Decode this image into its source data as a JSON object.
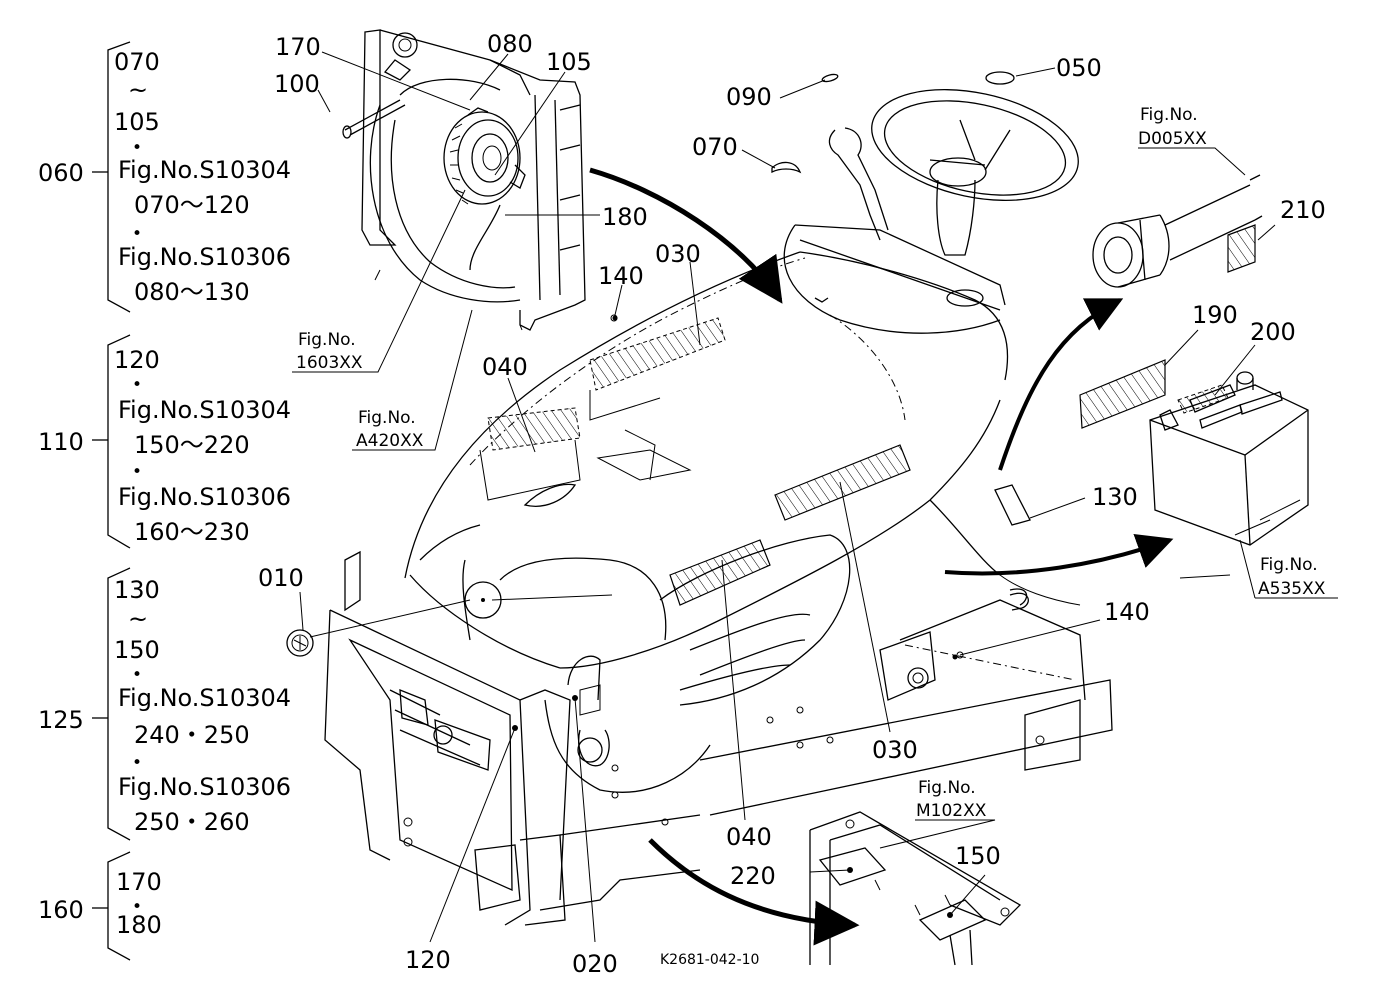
{
  "diagram": {
    "drawing_code": "K2681-042-10",
    "side_groups": [
      {
        "ref": "060",
        "lines": [
          "070",
          "~",
          "105",
          "•",
          "Fig.No.S10304",
          "070～120",
          "•",
          "Fig.No.S10306",
          "080～130"
        ]
      },
      {
        "ref": "110",
        "lines": [
          "120",
          "•",
          "Fig.No.S10304",
          "150～220",
          "•",
          "Fig.No.S10306",
          "160～230"
        ]
      },
      {
        "ref": "125",
        "lines": [
          "130",
          "~",
          "150",
          "•",
          "Fig.No.S10304",
          "240・250",
          "•",
          "Fig.No.S10306",
          "250・260"
        ]
      },
      {
        "ref": "160",
        "lines": [
          "170",
          "•",
          "180"
        ]
      }
    ],
    "callouts": {
      "c170": "170",
      "c080": "080",
      "c105": "105",
      "c100": "100",
      "c180": "180",
      "c090": "090",
      "c050": "050",
      "c070": "070",
      "c140a": "140",
      "c030a": "030",
      "c040a": "040",
      "c210": "210",
      "c190": "190",
      "c200": "200",
      "c130": "130",
      "c010": "010",
      "c140b": "140",
      "c030b": "030",
      "c040b": "040",
      "c220": "220",
      "c150": "150",
      "c120": "120",
      "c020": "020"
    },
    "fig_refs": {
      "f1603": {
        "top": "Fig.No.",
        "bottom": "1603XX"
      },
      "fA420": {
        "top": "Fig.No.",
        "bottom": "A420XX"
      },
      "fD005": {
        "top": "Fig.No.",
        "bottom": "D005XX"
      },
      "fA535": {
        "top": "Fig.No.",
        "bottom": "A535XX"
      },
      "fM102": {
        "top": "Fig.No.",
        "bottom": "M102XX"
      }
    }
  }
}
